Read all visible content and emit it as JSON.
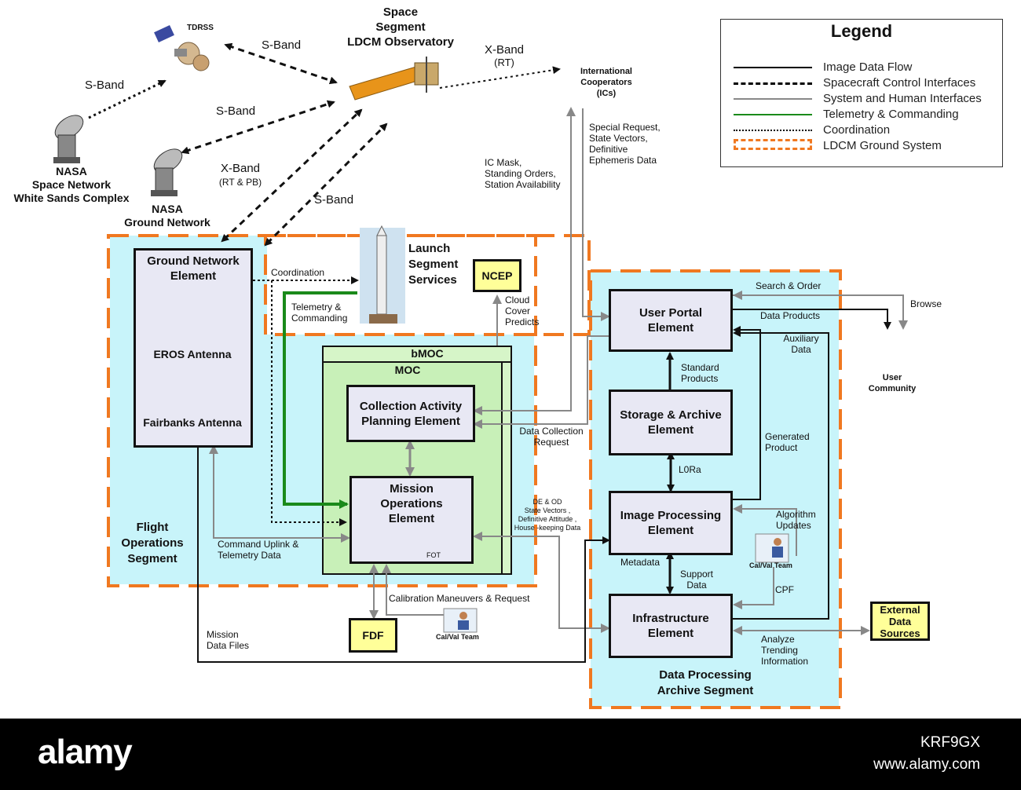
{
  "space_segment": {
    "line1": "Space",
    "line2": "Segment",
    "line3": "LDCM Observatory"
  },
  "tdrss": "TDRSS",
  "international": {
    "line1": "International",
    "line2": "Cooperators",
    "line3": "(ICs)"
  },
  "nasa_sn": {
    "line1": "NASA",
    "line2": "Space Network",
    "line3": "White Sands Complex"
  },
  "nasa_gn": {
    "line1": "NASA",
    "line2": "Ground Network"
  },
  "band_labels": {
    "s_band_top": "S-Band",
    "s_band_left": "S-Band",
    "s_band_mid": "S-Band",
    "s_band_low": "S-Band",
    "x_band_rt": "X-Band",
    "x_band_rt_sub": "(RT)",
    "x_band_rtpb": "X-Band",
    "x_band_rtpb_sub": "(RT & PB)"
  },
  "legend": {
    "title": "Legend",
    "items": [
      {
        "label": "Image Data Flow",
        "style": "solid",
        "color": "#000000"
      },
      {
        "label": "Spacecraft Control Interfaces",
        "style": "dashed",
        "color": "#000000"
      },
      {
        "label": "System and Human Interfaces",
        "style": "solid",
        "color": "#888888"
      },
      {
        "label": "Telemetry & Commanding",
        "style": "solid",
        "color": "#1a8a1a"
      },
      {
        "label": "Coordination",
        "style": "dotted",
        "color": "#000000"
      },
      {
        "label": "LDCM Ground System",
        "style": "orange-dashed",
        "color": "#f07820"
      }
    ]
  },
  "launch": {
    "line1": "Launch",
    "line2": "Segment",
    "line3": "Services"
  },
  "ncep": "NCEP",
  "cloud_cover": {
    "line1": "Cloud",
    "line2": "Cover",
    "line3": "Predicts"
  },
  "ground_network_element": {
    "line1": "Ground Network",
    "line2": "Element"
  },
  "eros_antenna": "EROS Antenna",
  "fairbanks_antenna": "Fairbanks Antenna",
  "coordination": "Coordination",
  "telemetry_commanding": {
    "line1": "Telemetry &",
    "line2": "Commanding"
  },
  "bmoc": "bMOC",
  "moc": "MOC",
  "capE": {
    "line1": "Collection Activity",
    "line2": "Planning Element"
  },
  "moe": {
    "line1": "Mission",
    "line2": "Operations",
    "line3": "Element"
  },
  "fot": "FOT",
  "flight_ops": {
    "line1": "Flight",
    "line2": "Operations",
    "line3": "Segment"
  },
  "command_uplink": {
    "line1": "Command Uplink &",
    "line2": "Telemetry Data"
  },
  "mission_data_files": {
    "line1": "Mission",
    "line2": "Data Files"
  },
  "fdf": "FDF",
  "cal_maneuvers": "Calibration Maneuvers & Request",
  "cal_val_team_1": "Cal/Val Team",
  "cal_val_team_2": "Cal/Val Team",
  "ic_mask": {
    "line1": "IC Mask,",
    "line2": "Standing Orders,",
    "line3": "Station Availability"
  },
  "special_request": {
    "line1": "Special Request,",
    "line2": "State Vectors,",
    "line3": "Definitive",
    "line4": "Ephemeris Data"
  },
  "data_collection_request": {
    "line1": "Data Collection",
    "line2": "Request"
  },
  "de_od": {
    "line1": "DE & OD",
    "line2": "State Vectors ,",
    "line3": "Definitive Attitude ,",
    "line4": "House -keeping Data"
  },
  "user_portal": {
    "line1": "User Portal",
    "line2": "Element"
  },
  "storage_archive": {
    "line1": "Storage & Archive",
    "line2": "Element"
  },
  "image_processing": {
    "line1": "Image Processing",
    "line2": "Element"
  },
  "infrastructure": {
    "line1": "Infrastructure",
    "line2": "Element"
  },
  "search_order": "Search & Order",
  "data_products": "Data Products",
  "browse": "Browse",
  "auxiliary_data": {
    "line1": "Auxiliary",
    "line2": "Data"
  },
  "user_community": {
    "line1": "User",
    "line2": "Community"
  },
  "standard_products": {
    "line1": "Standard",
    "line2": "Products"
  },
  "generated_product": {
    "line1": "Generated",
    "line2": "Product"
  },
  "l0ra": "L0Ra",
  "algorithm_updates": {
    "line1": "Algorithm",
    "line2": "Updates"
  },
  "metadata": "Metadata",
  "support_data": {
    "line1": "Support",
    "line2": "Data"
  },
  "cpf": "CPF",
  "external_data_sources": {
    "line1": "External",
    "line2": "Data",
    "line3": "Sources"
  },
  "analyze_trending": {
    "line1": "Analyze",
    "line2": "Trending",
    "line3": "Information"
  },
  "dpas": {
    "line1": "Data Processing",
    "line2": "Archive Segment"
  },
  "footer": {
    "logo": "alamy",
    "image_id": "KRF9GX",
    "url": "www.alamy.com"
  }
}
